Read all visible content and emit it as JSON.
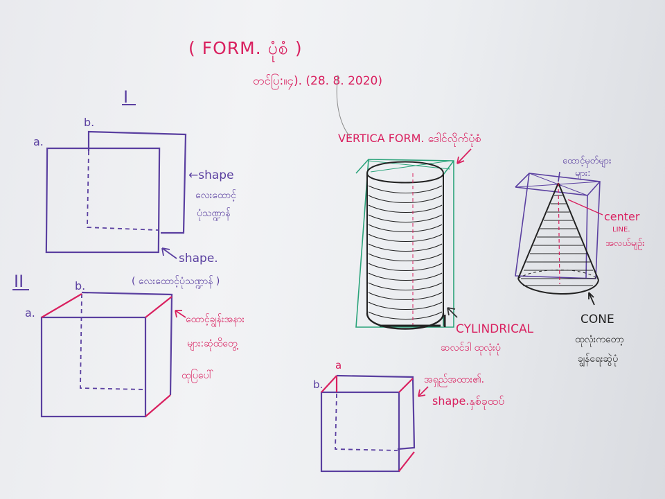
{
  "title": "( FORM. ပုံစံ )",
  "date_line": "တင်ပြ:။၄). (28. 8. 2020)",
  "section_1_label": "I",
  "section_2_label": "II",
  "fig1": {
    "label_a": "a.",
    "label_b": "b.",
    "shape_top": "←shape",
    "shape_top_note_1": "လေးထောင့်",
    "shape_top_note_2": "ပုံသဏ္ဍာန်",
    "shape_bottom": "shape.",
    "shape_bottom_note": "( လေးထောင့်ပုံသဏ္ဍာန် )"
  },
  "fig2": {
    "label_a": "a.",
    "label_b": "b.",
    "note_1": "ထောင့်ချွန်းအနား",
    "note_2": "များ:ဆုံထိတွေ့",
    "note_3": "ထုပြပေါ်"
  },
  "vertical": {
    "title": "VERTICA FORM. ဒေါင်လိုက်ပုံစံ",
    "label": "CYLINDRICAL",
    "note": "ဆလင်ဒါ ထုလုံးပုံ"
  },
  "cone": {
    "top_note_1": "ထောင့်မှတ်များ",
    "top_note_2": "များ:",
    "center": "center",
    "center_line": "LINE.",
    "center_note": "အလယ်မျဉ်း",
    "label": "CONE",
    "note_1": "ထုလုံးကတော့",
    "note_2": "ချွန်ရေးဆွဲပုံ"
  },
  "fig3": {
    "label_a": "a",
    "label_b": "b.",
    "note_1": "အရှည်အထား၏.",
    "note_2": "shape.နှစ်ခုထပ်"
  }
}
